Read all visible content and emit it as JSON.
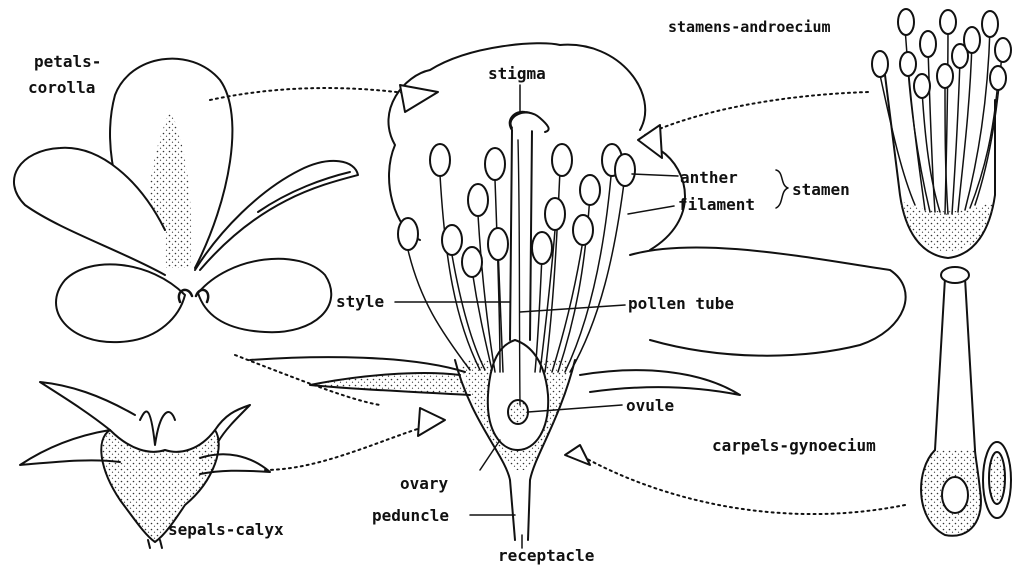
{
  "labels": {
    "petals": "petals-",
    "corolla": "corolla",
    "stigma": "stigma",
    "stamens_androecium": "stamens-androecium",
    "anther": "anther",
    "filament": "filament",
    "stamen": "stamen",
    "style": "style",
    "pollen_tube": "pollen tube",
    "ovule": "ovule",
    "carpels_gynoecium": "carpels-gynoecium",
    "ovary": "ovary",
    "peduncle": "peduncle",
    "receptacle": "receptacle",
    "sepals_calyx": "sepals-calyx"
  },
  "colors": {
    "ink": "#111111",
    "stipple": "#333333",
    "paper": "#ffffff"
  }
}
